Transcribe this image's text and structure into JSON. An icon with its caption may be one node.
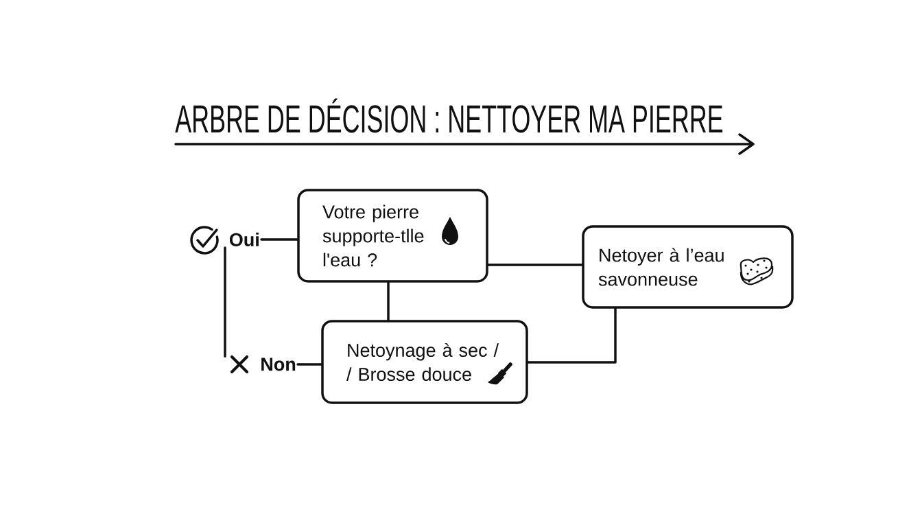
{
  "diagram": {
    "title": "ARBRE DE DÉCISION : NETTOYER MA PIERRE",
    "nodes": [
      {
        "text": [
          "Oui"
        ]
      },
      {
        "text": [
          "Votre pierre supporte-tlle l'eau ?"
        ]
      },
      {
        "text": [
          "Netoyer à l’eau savonneuse"
        ]
      },
      {
        "text": [
          "Non"
        ]
      },
      {
        "text": [
          "Netoynage à sec / / Brosse douce"
        ]
      }
    ],
    "edges": [
      {
        "from": 0,
        "to": 1,
        "arrow": "none"
      },
      {
        "from": 0,
        "to": 3,
        "arrow": "none"
      },
      {
        "from": 3,
        "to": 4,
        "arrow": "none"
      },
      {
        "from": 1,
        "to": 4,
        "arrow": "none"
      },
      {
        "from": 1,
        "to": 2,
        "arrow": "none"
      },
      {
        "from": 2,
        "to": 4,
        "arrow": "none"
      }
    ]
  }
}
